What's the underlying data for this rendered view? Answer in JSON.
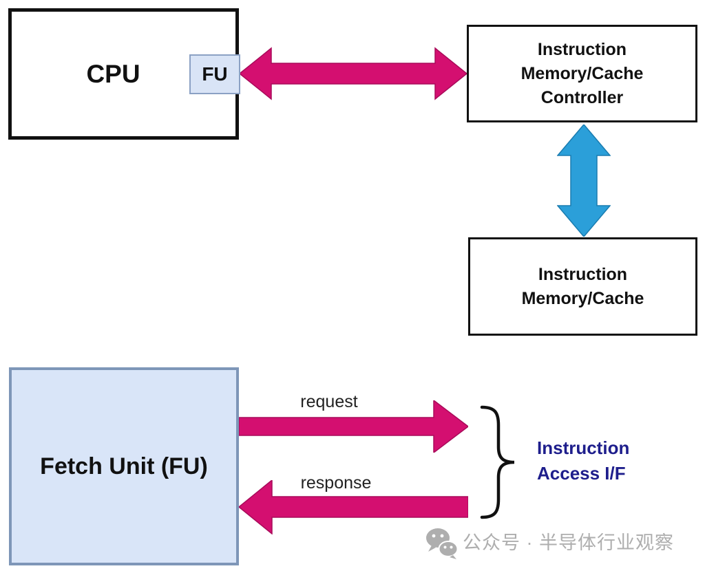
{
  "colors": {
    "arrow_magenta": "#d40f70",
    "arrow_magenta_edge": "#a80b5a",
    "arrow_blue": "#2b9fd9",
    "arrow_blue_edge": "#1a7cb0",
    "box_fill_light_blue": "#d9e5f8",
    "interface_text_navy": "#1e1e8c",
    "watermark_gray": "#aeaeae"
  },
  "blocks": {
    "cpu": {
      "label": "CPU"
    },
    "fu": {
      "label": "FU"
    },
    "controller": {
      "label": "Instruction Memory/Cache Controller"
    },
    "memory": {
      "label": "Instruction Memory/Cache"
    },
    "fetch_unit": {
      "label": "Fetch Unit (FU)"
    }
  },
  "arrows": {
    "cpu_controller": {
      "type": "double-headed-horizontal"
    },
    "controller_memory": {
      "type": "double-headed-vertical"
    },
    "request": {
      "label": "request"
    },
    "response": {
      "label": "response"
    }
  },
  "annotations": {
    "interface": {
      "label": "Instruction Access I/F"
    }
  },
  "watermark": {
    "icon": "wechat-icon",
    "text": "公众号 · 半导体行业观察"
  }
}
